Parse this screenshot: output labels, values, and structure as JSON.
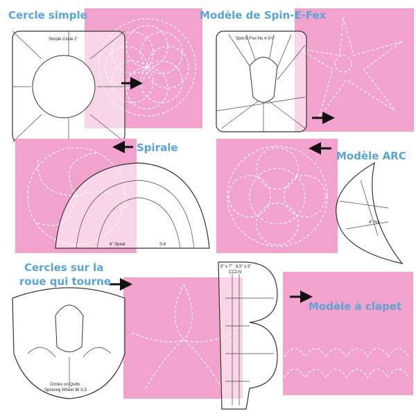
{
  "colors": {
    "pink": "#f2a3cd",
    "label": "#5aa3d4",
    "arrow": "#111111"
  },
  "panels": [
    {
      "label": "Cercle simple",
      "ruler_text": "Simple Circle 2\""
    },
    {
      "label": "Modèle de Spin-E-Fex",
      "ruler_text": "Spin-E-Fex  No 4  3½\""
    },
    {
      "label": "Spirale",
      "ruler_text": "6\" Spiral",
      "ruler_code": "S-6"
    },
    {
      "label": "Modèle ARC",
      "ruler_text": "4\" Arc"
    },
    {
      "label_line1": "Cercles sur la",
      "label_line2": "roue qui tourne",
      "ruler_text_line1": "Circles on Quilts",
      "ruler_text_line2": "Spinning Wheel 36 S.5"
    },
    {
      "label": "Modèle à clapet",
      "ruler_size1": "5\" x 7\"",
      "ruler_size2": "8.5\" x 3\"",
      "ruler_code": "CC2-N"
    }
  ]
}
